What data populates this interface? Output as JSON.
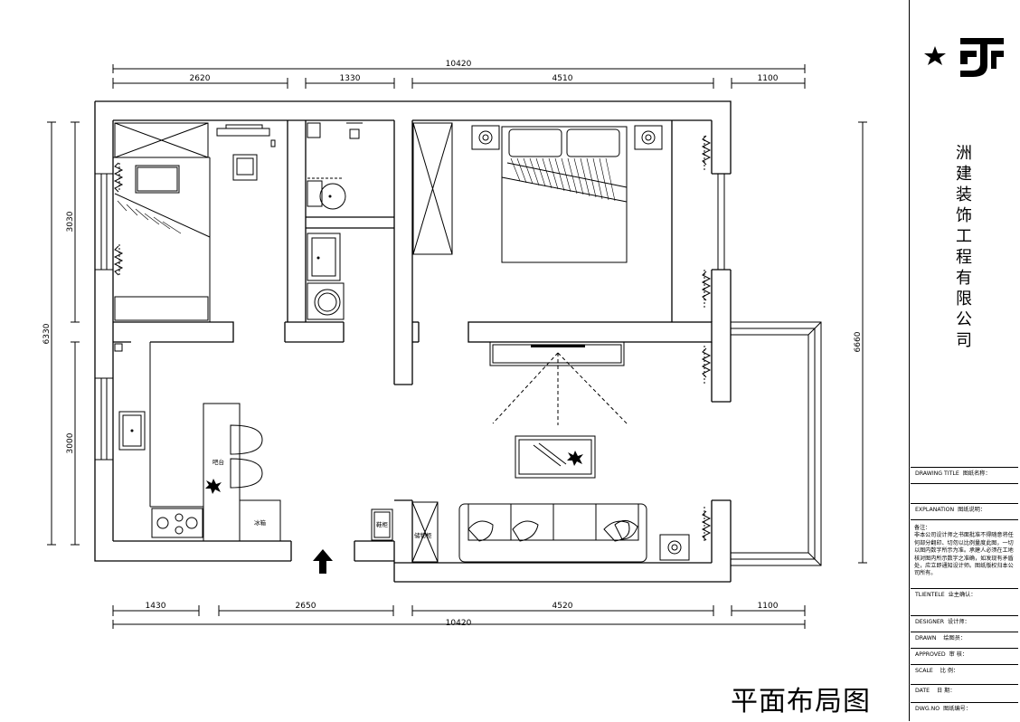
{
  "dimensions": {
    "top_total": "10420",
    "top_segments": [
      "2620",
      "1330",
      "4510",
      "1100"
    ],
    "bottom_total": "10420",
    "bottom_segments": [
      "1430",
      "2650",
      "4520",
      "1100"
    ],
    "left_total": "6330",
    "left_segments": [
      "3030",
      "3000"
    ],
    "right_total": "6660"
  },
  "rooms": {
    "bar_label": "吧台",
    "fridge_label": "冰箱",
    "shoe_cabinet_label": "鞋柜",
    "storage_cabinet_label": "储物柜"
  },
  "drawing_title": "平面布局图",
  "title_block": {
    "company_chars": [
      "洲",
      "建",
      "装",
      "饰",
      "工",
      "程",
      "有",
      "限",
      "公",
      "司"
    ],
    "rows": [
      {
        "en": "DRAWING TITLE",
        "cn": "图纸名称："
      },
      {
        "en": "EXPLANATION",
        "cn": "图纸说明："
      },
      {
        "en": "TLIENTELE",
        "cn": "业主确认："
      },
      {
        "en": "DESIGNER",
        "cn": "设计师："
      },
      {
        "en": "DRAWN",
        "cn": "绘图员："
      },
      {
        "en": "APPROVED",
        "cn": "审 核："
      },
      {
        "en": "SCALE",
        "cn": "比 例："
      },
      {
        "en": "DATE",
        "cn": "日 期："
      },
      {
        "en": "DWG.NO",
        "cn": "图纸编号："
      }
    ],
    "note_title": "备注：",
    "note_text": "非本公司设计师之书面批准不得随意将任何部分翻印、切勿以比例量度此图，一切以图内数字所示为准。承建人必须在工地核对图内所示数字之准确，如发现有矛盾处，应立即通知设计师。图纸版权归本公司所有。"
  }
}
